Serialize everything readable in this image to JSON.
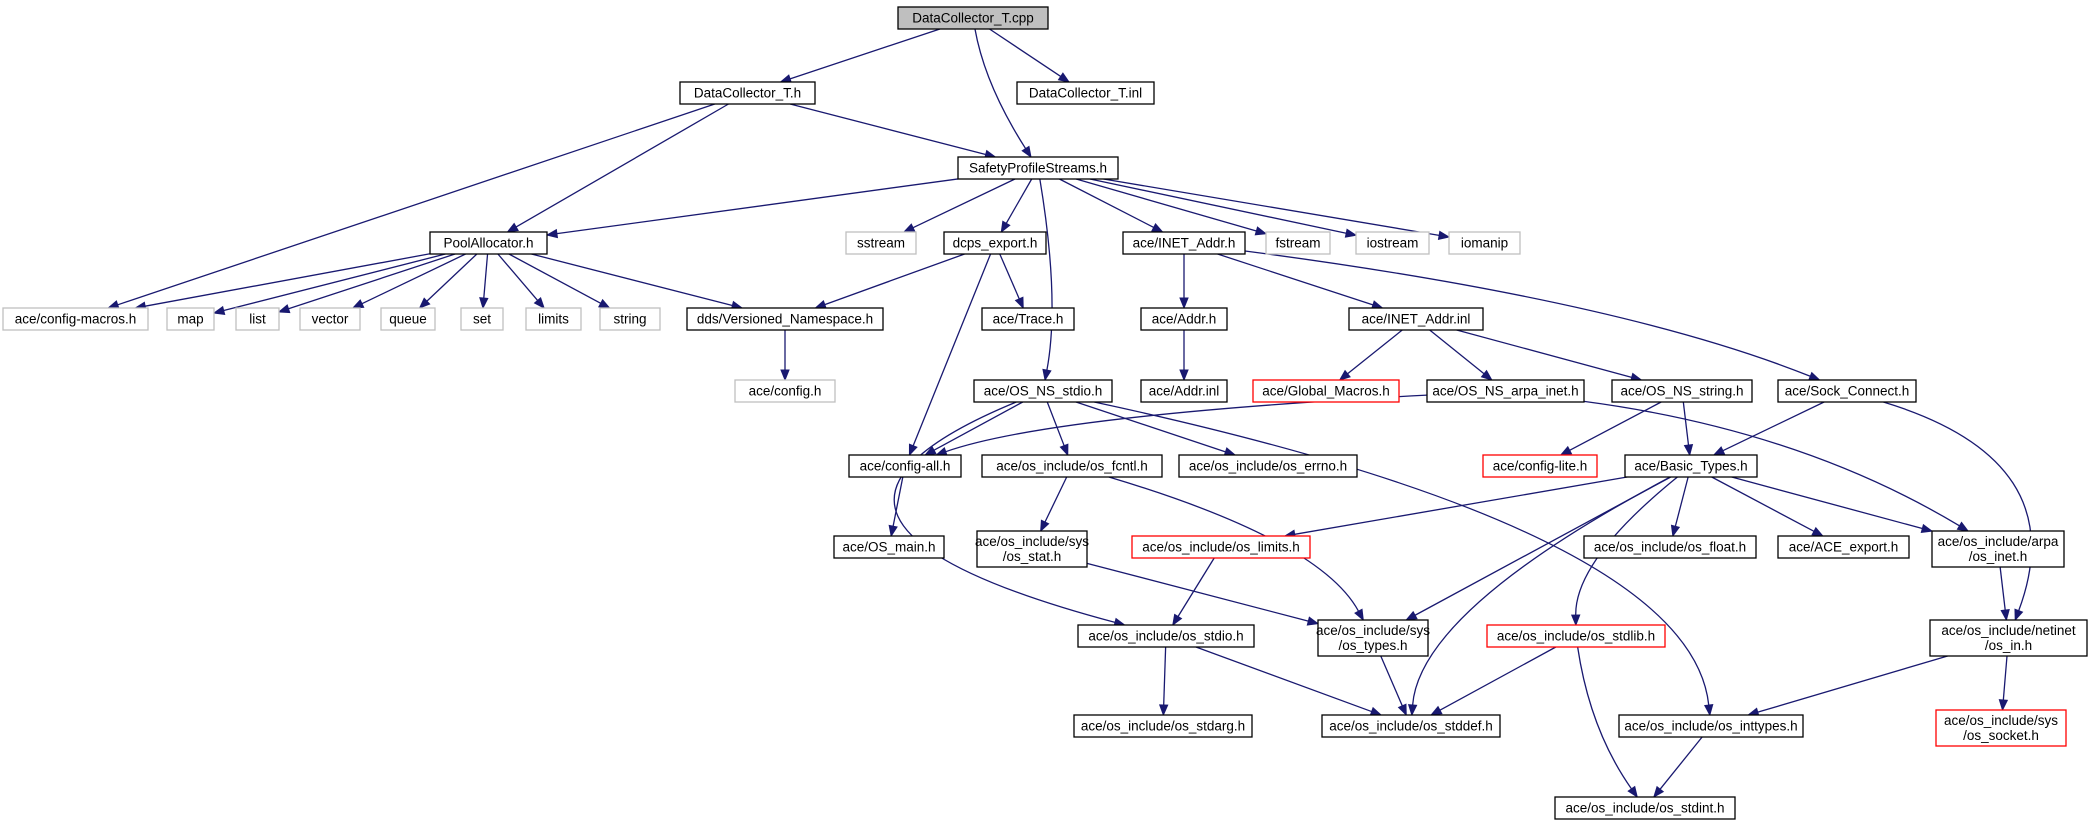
{
  "colors": {
    "edge": "#191970",
    "border_normal": "#000000",
    "border_external": "#bfbfbf",
    "border_truncated": "#ff0000",
    "root_fill": "#bfbfbf",
    "fill": "#ffffff"
  },
  "legend_of_styles": {
    "root": "grey filled box",
    "normal": "black bordered box",
    "external": "light grey bordered box",
    "truncated": "red bordered box"
  },
  "nodes": [
    {
      "id": "n_dc_cpp",
      "label": [
        "DataCollector_T.cpp"
      ],
      "style": "root"
    },
    {
      "id": "n_dc_h",
      "label": [
        "DataCollector_T.h"
      ],
      "style": "normal"
    },
    {
      "id": "n_dc_inl",
      "label": [
        "DataCollector_T.inl"
      ],
      "style": "normal"
    },
    {
      "id": "n_sps",
      "label": [
        "SafetyProfileStreams.h"
      ],
      "style": "normal"
    },
    {
      "id": "n_pool",
      "label": [
        "PoolAllocator.h"
      ],
      "style": "normal"
    },
    {
      "id": "n_cfgmac",
      "label": [
        "ace/config-macros.h"
      ],
      "style": "external"
    },
    {
      "id": "n_map",
      "label": [
        "map"
      ],
      "style": "external"
    },
    {
      "id": "n_list",
      "label": [
        "list"
      ],
      "style": "external"
    },
    {
      "id": "n_vector",
      "label": [
        "vector"
      ],
      "style": "external"
    },
    {
      "id": "n_queue",
      "label": [
        "queue"
      ],
      "style": "external"
    },
    {
      "id": "n_set",
      "label": [
        "set"
      ],
      "style": "external"
    },
    {
      "id": "n_limits",
      "label": [
        "limits"
      ],
      "style": "external"
    },
    {
      "id": "n_string",
      "label": [
        "string"
      ],
      "style": "external"
    },
    {
      "id": "n_vns",
      "label": [
        "dds/Versioned_Namespace.h"
      ],
      "style": "normal"
    },
    {
      "id": "n_cfg",
      "label": [
        "ace/config.h"
      ],
      "style": "external"
    },
    {
      "id": "n_sstream",
      "label": [
        "sstream"
      ],
      "style": "external"
    },
    {
      "id": "n_dcps",
      "label": [
        "dcps_export.h"
      ],
      "style": "normal"
    },
    {
      "id": "n_trace",
      "label": [
        "ace/Trace.h"
      ],
      "style": "normal"
    },
    {
      "id": "n_inet",
      "label": [
        "ace/INET_Addr.h"
      ],
      "style": "normal"
    },
    {
      "id": "n_fstream",
      "label": [
        "fstream"
      ],
      "style": "external"
    },
    {
      "id": "n_iostream",
      "label": [
        "iostream"
      ],
      "style": "external"
    },
    {
      "id": "n_iomanip",
      "label": [
        "iomanip"
      ],
      "style": "external"
    },
    {
      "id": "n_addr_h",
      "label": [
        "ace/Addr.h"
      ],
      "style": "normal"
    },
    {
      "id": "n_addr_inl",
      "label": [
        "ace/Addr.inl"
      ],
      "style": "normal"
    },
    {
      "id": "n_inet_inl",
      "label": [
        "ace/INET_Addr.inl"
      ],
      "style": "normal"
    },
    {
      "id": "n_gmac",
      "label": [
        "ace/Global_Macros.h"
      ],
      "style": "truncated"
    },
    {
      "id": "n_osarpa",
      "label": [
        "ace/OS_NS_arpa_inet.h"
      ],
      "style": "normal"
    },
    {
      "id": "n_osstr",
      "label": [
        "ace/OS_NS_string.h"
      ],
      "style": "normal"
    },
    {
      "id": "n_sock",
      "label": [
        "ace/Sock_Connect.h"
      ],
      "style": "normal"
    },
    {
      "id": "n_osstdio",
      "label": [
        "ace/OS_NS_stdio.h"
      ],
      "style": "normal"
    },
    {
      "id": "n_cfgall",
      "label": [
        "ace/config-all.h"
      ],
      "style": "normal"
    },
    {
      "id": "n_fcntl",
      "label": [
        "ace/os_include/os_fcntl.h"
      ],
      "style": "normal"
    },
    {
      "id": "n_errno",
      "label": [
        "ace/os_include/os_errno.h"
      ],
      "style": "normal"
    },
    {
      "id": "n_cfglite",
      "label": [
        "ace/config-lite.h"
      ],
      "style": "truncated"
    },
    {
      "id": "n_btypes",
      "label": [
        "ace/Basic_Types.h"
      ],
      "style": "normal"
    },
    {
      "id": "n_osmain",
      "label": [
        "ace/OS_main.h"
      ],
      "style": "normal"
    },
    {
      "id": "n_sysstat",
      "label": [
        "ace/os_include/sys",
        "/os_stat.h"
      ],
      "style": "normal"
    },
    {
      "id": "n_oslimits",
      "label": [
        "ace/os_include/os_limits.h"
      ],
      "style": "truncated"
    },
    {
      "id": "n_osfloat",
      "label": [
        "ace/os_include/os_float.h"
      ],
      "style": "normal"
    },
    {
      "id": "n_aceexp",
      "label": [
        "ace/ACE_export.h"
      ],
      "style": "normal"
    },
    {
      "id": "n_arpainet",
      "label": [
        "ace/os_include/arpa",
        "/os_inet.h"
      ],
      "style": "normal"
    },
    {
      "id": "n_osstdio_inc",
      "label": [
        "ace/os_include/os_stdio.h"
      ],
      "style": "normal"
    },
    {
      "id": "n_systypes",
      "label": [
        "ace/os_include/sys",
        "/os_types.h"
      ],
      "style": "normal"
    },
    {
      "id": "n_stdlib",
      "label": [
        "ace/os_include/os_stdlib.h"
      ],
      "style": "truncated"
    },
    {
      "id": "n_netin",
      "label": [
        "ace/os_include/netinet",
        "/os_in.h"
      ],
      "style": "normal"
    },
    {
      "id": "n_stdarg",
      "label": [
        "ace/os_include/os_stdarg.h"
      ],
      "style": "normal"
    },
    {
      "id": "n_stddef",
      "label": [
        "ace/os_include/os_stddef.h"
      ],
      "style": "normal"
    },
    {
      "id": "n_inttypes",
      "label": [
        "ace/os_include/os_inttypes.h"
      ],
      "style": "normal"
    },
    {
      "id": "n_syssock",
      "label": [
        "ace/os_include/sys",
        "/os_socket.h"
      ],
      "style": "truncated"
    },
    {
      "id": "n_stdint",
      "label": [
        "ace/os_include/os_stdint.h"
      ],
      "style": "normal"
    }
  ],
  "edges": [
    [
      "n_dc_cpp",
      "n_dc_h"
    ],
    [
      "n_dc_cpp",
      "n_sps"
    ],
    [
      "n_dc_cpp",
      "n_dc_inl"
    ],
    [
      "n_dc_h",
      "n_sps"
    ],
    [
      "n_dc_h",
      "n_pool"
    ],
    [
      "n_dc_h",
      "n_cfgmac"
    ],
    [
      "n_sps",
      "n_pool"
    ],
    [
      "n_sps",
      "n_sstream"
    ],
    [
      "n_sps",
      "n_dcps"
    ],
    [
      "n_sps",
      "n_osstdio"
    ],
    [
      "n_sps",
      "n_inet"
    ],
    [
      "n_sps",
      "n_fstream"
    ],
    [
      "n_sps",
      "n_iostream"
    ],
    [
      "n_sps",
      "n_iomanip"
    ],
    [
      "n_pool",
      "n_cfgmac"
    ],
    [
      "n_pool",
      "n_map"
    ],
    [
      "n_pool",
      "n_list"
    ],
    [
      "n_pool",
      "n_vector"
    ],
    [
      "n_pool",
      "n_queue"
    ],
    [
      "n_pool",
      "n_set"
    ],
    [
      "n_pool",
      "n_limits"
    ],
    [
      "n_pool",
      "n_string"
    ],
    [
      "n_pool",
      "n_vns"
    ],
    [
      "n_vns",
      "n_cfg"
    ],
    [
      "n_dcps",
      "n_vns"
    ],
    [
      "n_dcps",
      "n_trace"
    ],
    [
      "n_dcps",
      "n_cfgall"
    ],
    [
      "n_inet",
      "n_addr_h"
    ],
    [
      "n_inet",
      "n_inet_inl"
    ],
    [
      "n_inet",
      "n_sock"
    ],
    [
      "n_addr_h",
      "n_addr_inl"
    ],
    [
      "n_inet_inl",
      "n_gmac"
    ],
    [
      "n_inet_inl",
      "n_osarpa"
    ],
    [
      "n_inet_inl",
      "n_osstr"
    ],
    [
      "n_osarpa",
      "n_cfgall"
    ],
    [
      "n_osarpa",
      "n_arpainet"
    ],
    [
      "n_osstr",
      "n_cfglite"
    ],
    [
      "n_osstr",
      "n_btypes"
    ],
    [
      "n_sock",
      "n_btypes"
    ],
    [
      "n_sock",
      "n_netin"
    ],
    [
      "n_osstdio",
      "n_cfgall"
    ],
    [
      "n_osstdio",
      "n_fcntl"
    ],
    [
      "n_osstdio",
      "n_errno"
    ],
    [
      "n_osstdio",
      "n_osstdio_inc"
    ],
    [
      "n_osstdio",
      "n_inttypes"
    ],
    [
      "n_cfgall",
      "n_osmain"
    ],
    [
      "n_fcntl",
      "n_sysstat"
    ],
    [
      "n_fcntl",
      "n_systypes"
    ],
    [
      "n_sysstat",
      "n_systypes"
    ],
    [
      "n_btypes",
      "n_oslimits"
    ],
    [
      "n_btypes",
      "n_systypes"
    ],
    [
      "n_btypes",
      "n_stddef"
    ],
    [
      "n_btypes",
      "n_stdlib"
    ],
    [
      "n_btypes",
      "n_osfloat"
    ],
    [
      "n_btypes",
      "n_aceexp"
    ],
    [
      "n_btypes",
      "n_arpainet"
    ],
    [
      "n_oslimits",
      "n_osstdio_inc"
    ],
    [
      "n_osstdio_inc",
      "n_stdarg"
    ],
    [
      "n_osstdio_inc",
      "n_stddef"
    ],
    [
      "n_systypes",
      "n_stddef"
    ],
    [
      "n_stdlib",
      "n_stddef"
    ],
    [
      "n_stdlib",
      "n_stdint"
    ],
    [
      "n_arpainet",
      "n_netin"
    ],
    [
      "n_netin",
      "n_inttypes"
    ],
    [
      "n_netin",
      "n_syssock"
    ],
    [
      "n_inttypes",
      "n_stdint"
    ]
  ]
}
